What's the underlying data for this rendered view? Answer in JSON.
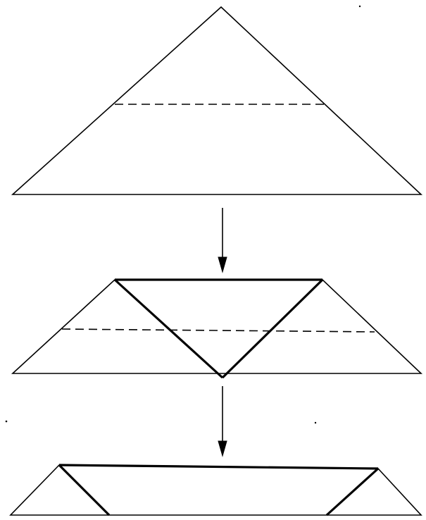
{
  "diagram": {
    "description_in_image": "",
    "stroke_color": "#000000",
    "background_color": "#ffffff",
    "steps": [
      {
        "name": "step-1",
        "shape": "triangle",
        "fold_line": "dashed"
      },
      {
        "name": "step-2",
        "shape": "trapezoid",
        "folded_flaps": 2,
        "fold_line": "dashed"
      },
      {
        "name": "step-3",
        "shape": "trapezoid",
        "folded_flaps": 2
      }
    ],
    "arrows": [
      {
        "name": "arrow-1",
        "direction": "down"
      },
      {
        "name": "arrow-2",
        "direction": "down"
      }
    ]
  }
}
